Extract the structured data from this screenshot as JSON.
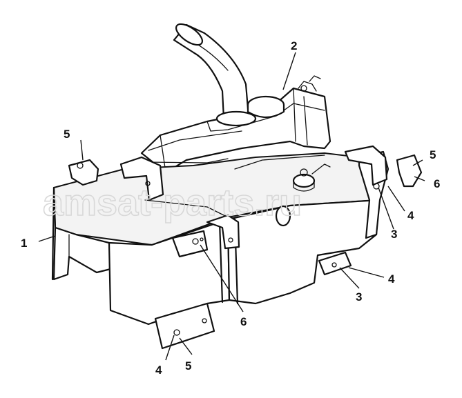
{
  "watermark": "amsat-parts.ru",
  "callouts": [
    {
      "id": "c1",
      "text": "1"
    },
    {
      "id": "c2",
      "text": "2"
    },
    {
      "id": "c3a",
      "text": "3"
    },
    {
      "id": "c3b",
      "text": "3"
    },
    {
      "id": "c4a",
      "text": "4"
    },
    {
      "id": "c4b",
      "text": "4"
    },
    {
      "id": "c4c",
      "text": "4"
    },
    {
      "id": "c5a",
      "text": "5"
    },
    {
      "id": "c5b",
      "text": "5"
    },
    {
      "id": "c5c",
      "text": "5"
    },
    {
      "id": "c6a",
      "text": "6"
    },
    {
      "id": "c6b",
      "text": "6"
    }
  ]
}
